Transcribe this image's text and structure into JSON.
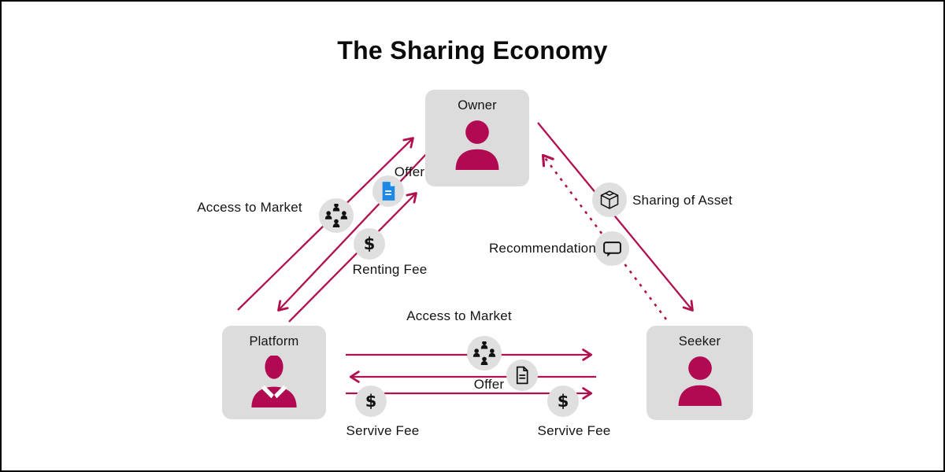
{
  "title": "The Sharing Economy",
  "colors": {
    "accent": "#b0104f",
    "person": "#b20a52",
    "doc_blue": "#1e88e5",
    "node_fill": "#dcdcdc",
    "chip_fill": "#dfdfdf",
    "ink": "#141414"
  },
  "nodes": {
    "owner": {
      "label": "Owner"
    },
    "platform": {
      "label": "Platform"
    },
    "seeker": {
      "label": "Seeker"
    }
  },
  "edges": [
    {
      "from": "Platform",
      "to": "Owner",
      "label": "Access to Market",
      "style": "solid",
      "icon": "people-group-icon"
    },
    {
      "from": "Owner",
      "to": "Platform",
      "label": "Offer",
      "style": "solid",
      "icon": "document-icon-blue"
    },
    {
      "from": "Platform",
      "to": "Owner",
      "label": "Renting Fee",
      "style": "solid",
      "icon": "dollar-icon"
    },
    {
      "from": "Owner",
      "to": "Seeker",
      "label": "Sharing of Asset",
      "style": "solid",
      "icon": "package-icon"
    },
    {
      "from": "Seeker",
      "to": "Owner",
      "label": "Recommendation",
      "style": "dashed",
      "icon": "speech-bubble-icon"
    },
    {
      "from": "Platform",
      "to": "Seeker",
      "label": "Access to Market",
      "style": "solid",
      "icon": "people-group-icon"
    },
    {
      "from": "Seeker",
      "to": "Platform",
      "label": "Offer",
      "style": "solid",
      "icon": "document-icon-outline"
    },
    {
      "from": "Platform",
      "to": "Seeker",
      "label": "Servive Fee",
      "style": "solid",
      "icon": "dollar-icon"
    }
  ],
  "icons": {
    "dollar": "$",
    "people_group": "people-group-icon",
    "document_blue": "document-icon",
    "document_outline": "document-icon",
    "package": "package-icon",
    "speech_bubble": "speech-bubble-icon",
    "person": "person-icon",
    "businessman": "businessman-icon"
  }
}
